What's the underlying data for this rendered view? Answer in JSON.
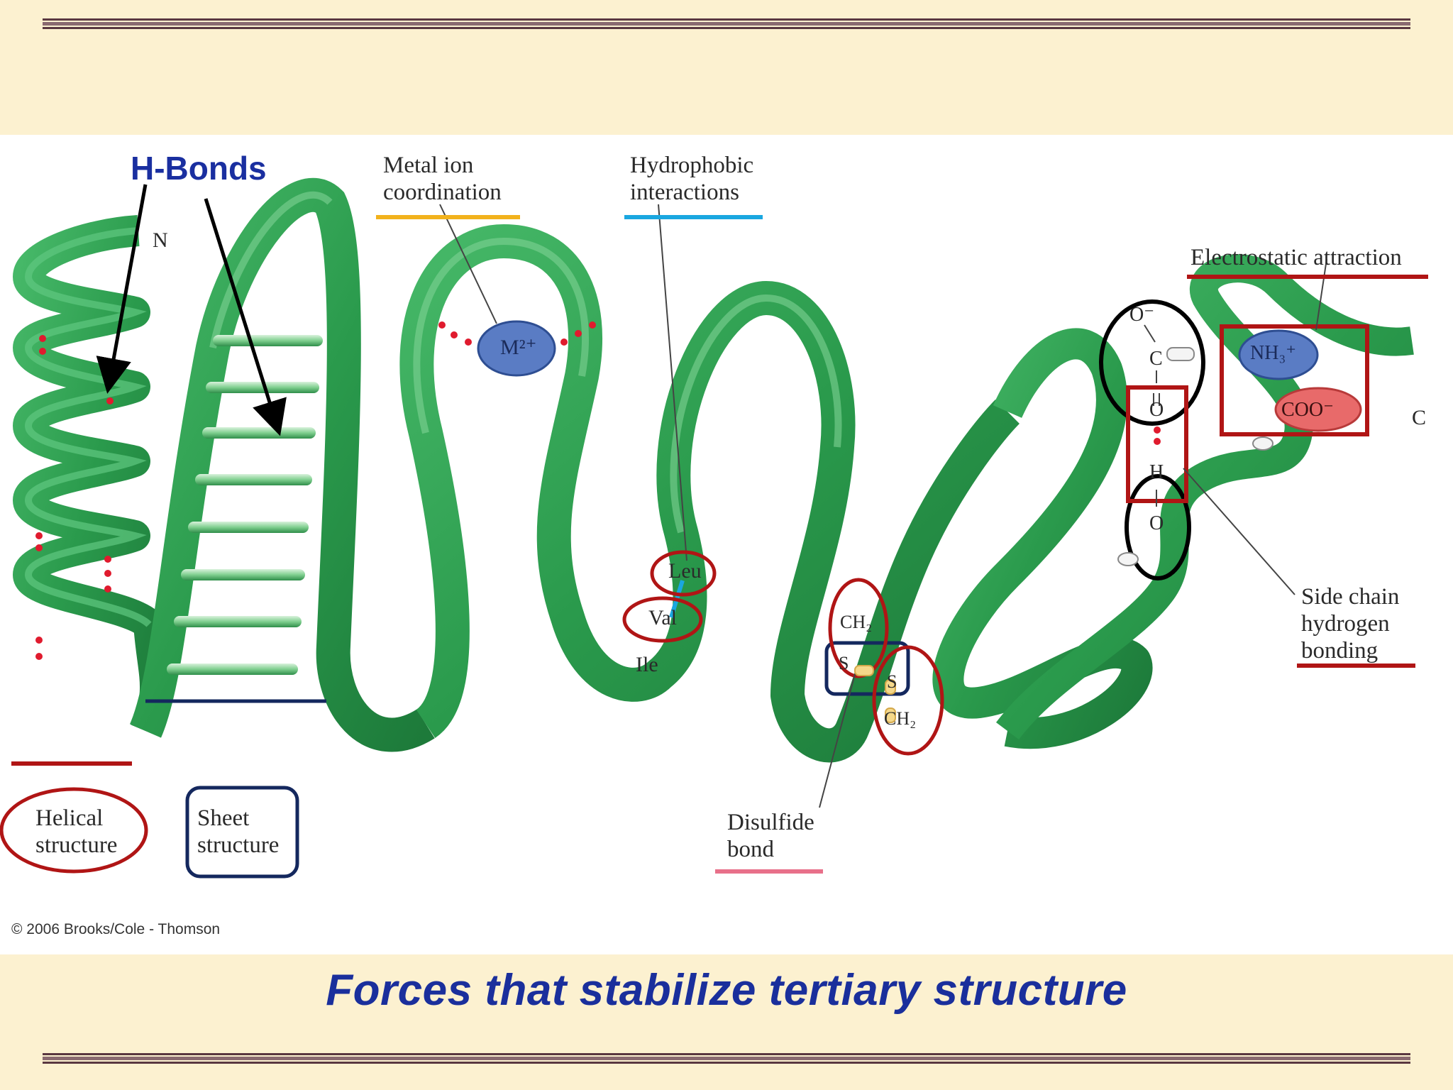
{
  "slide": {
    "title": "Forces that stabilize tertiary structure"
  },
  "labels": {
    "h_bonds": "H-Bonds",
    "metal_ion": [
      "Metal ion",
      "coordination"
    ],
    "hydrophobic": [
      "Hydrophobic",
      "interactions"
    ],
    "electrostatic": "Electrostatic attraction",
    "side_chain": [
      "Side chain",
      "hydrogen",
      "bonding"
    ],
    "disulfide": [
      "Disulfide",
      "bond"
    ],
    "helical": [
      "Helical",
      "structure"
    ],
    "sheet": [
      "Sheet",
      "structure"
    ],
    "n_terminus": "N",
    "c_terminus": "C",
    "metal": "M²⁺",
    "leu": "Leu",
    "val": "Val",
    "ile": "Ile",
    "ch2_top": "CH₂",
    "ch2_bottom": "CH₂",
    "s_left": "S",
    "s_right": "S",
    "o_minus": "O⁻",
    "c_atom": "C",
    "o_double": "O",
    "h_atom": "H",
    "o_bottom": "O",
    "nh3": "NH₃⁺",
    "coo": "COO⁻"
  },
  "copyright": "© 2006 Brooks/Cole - Thomson",
  "colors": {
    "ribbon": "#2e9e4f",
    "highlight_red": "#b01515",
    "highlight_navy": "#14285e",
    "underline_orange": "#f2b21c",
    "underline_cyan": "#1aa7e0",
    "underline_pink": "#e8708a",
    "title_blue": "#1a2f9c"
  }
}
